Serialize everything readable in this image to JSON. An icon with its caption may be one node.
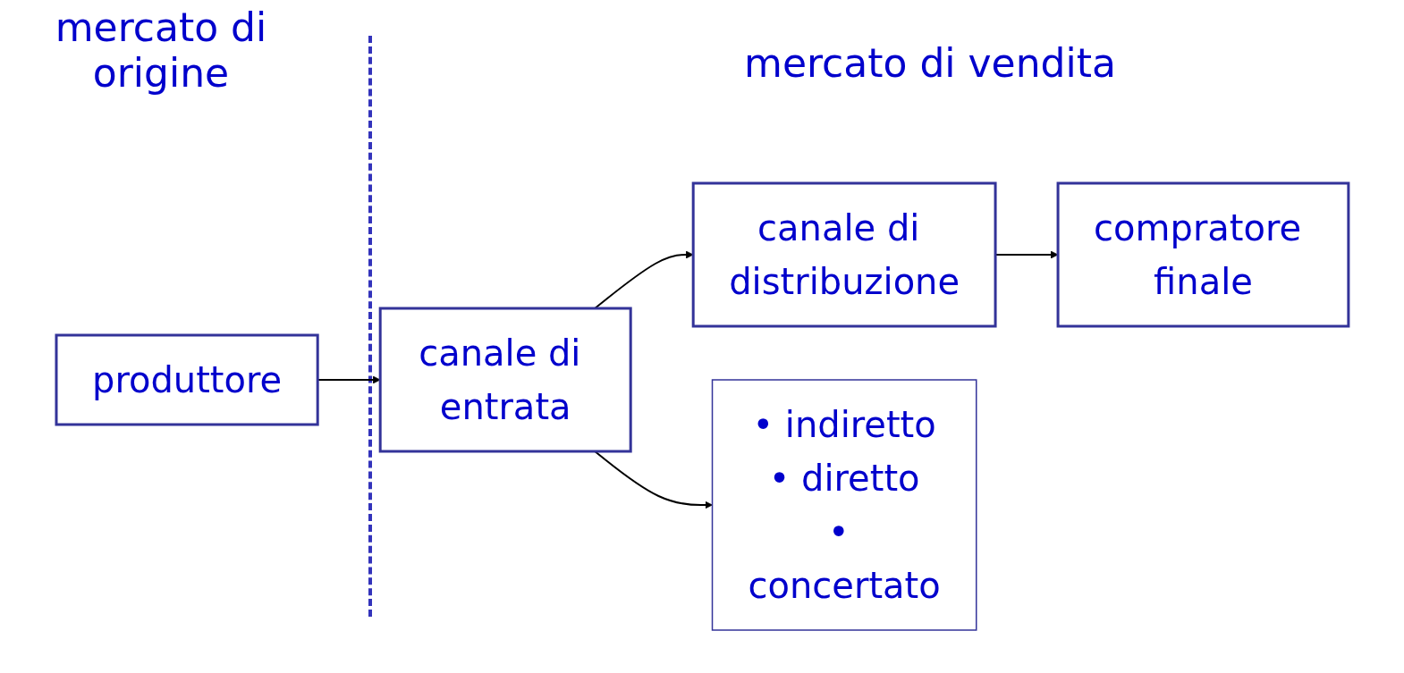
{
  "diagram": {
    "nodes": [
      {
        "text": [
          "produttore"
        ]
      },
      {
        "text": [
          "canale di entrata"
        ]
      },
      {
        "text": [
          "canale di distribuzione"
        ]
      },
      {
        "text": [
          "compratore finale"
        ]
      },
      {
        "text": [
          "• indiretto",
          "• diretto",
          "• concertato"
        ]
      }
    ],
    "edges": [
      {
        "from": 0,
        "to": 1,
        "arrow": "to"
      },
      {
        "from": 1,
        "to": 2,
        "arrow": "to"
      },
      {
        "from": 2,
        "to": 3,
        "arrow": "to"
      },
      {
        "from": 1,
        "to": 4,
        "arrow": "to"
      }
    ],
    "labels": [
      "mercato di origine",
      "mercato di vendita"
    ]
  }
}
